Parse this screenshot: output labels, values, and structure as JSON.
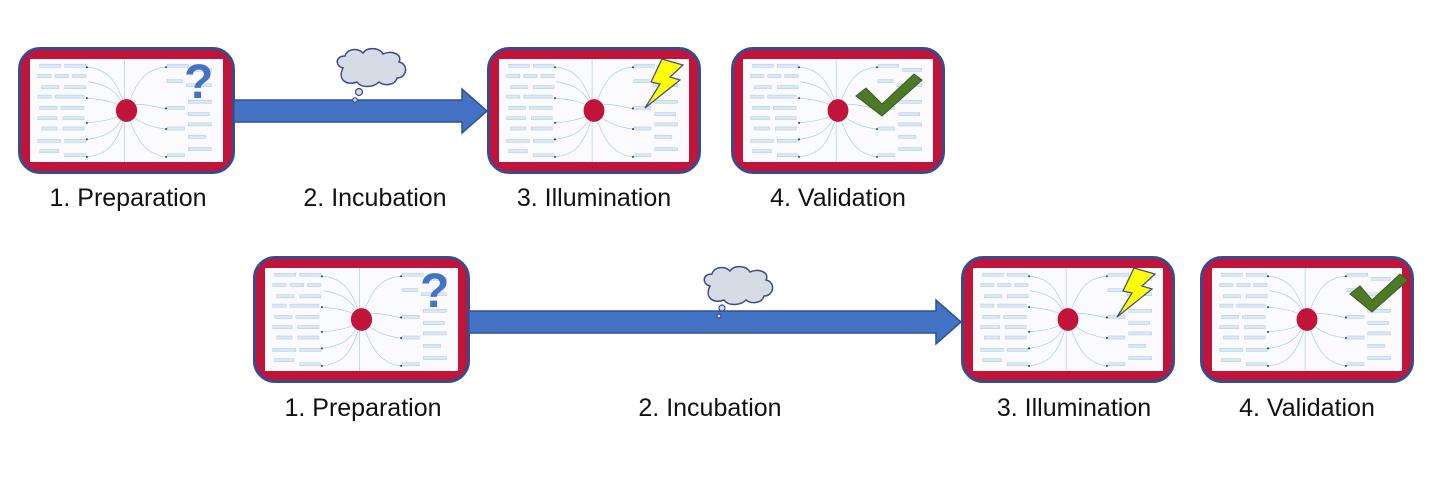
{
  "row_top": {
    "stages": [
      {
        "label": "1. Preparation",
        "marker": "question-mark-icon"
      },
      {
        "label": "2. Incubation",
        "marker": "thought-cloud-icon"
      },
      {
        "label": "3. Illumination",
        "marker": "lightning-bolt-icon"
      },
      {
        "label": "4. Validation",
        "marker": "checkmark-icon"
      }
    ]
  },
  "row_bottom": {
    "stages": [
      {
        "label": "1. Preparation",
        "marker": "question-mark-icon"
      },
      {
        "label": "2. Incubation",
        "marker": "thought-cloud-icon"
      },
      {
        "label": "3. Illumination",
        "marker": "lightning-bolt-icon"
      },
      {
        "label": "4. Validation",
        "marker": "checkmark-icon"
      }
    ]
  },
  "marks": {
    "question": "?"
  },
  "colors": {
    "card_frame": "#c0143a",
    "card_border": "#3b4a8c",
    "arrow": "#4472c4",
    "question": "#4472c4",
    "lightning": "#ffff00",
    "checkmark": "#4e7a27",
    "cloud": "#d6dce5"
  }
}
